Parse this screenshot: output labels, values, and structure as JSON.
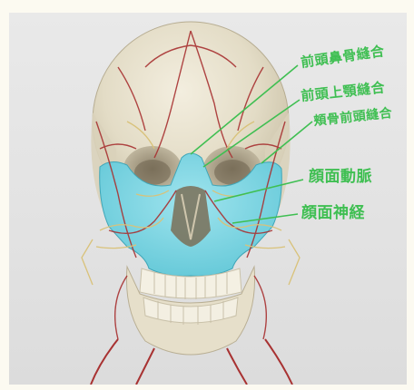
{
  "image": {
    "subject": "skull-anatomy-with-facial-vessels-and-nerves",
    "labels": [
      {
        "id": "frontonasal-suture",
        "text": "前頭鼻骨縫合"
      },
      {
        "id": "frontomaxillary-suture",
        "text": "前頭上顎縫合"
      },
      {
        "id": "frontozygomatic-suture",
        "text": "頬骨前頭縫合"
      },
      {
        "id": "facial-artery",
        "text": "顔面動脈"
      },
      {
        "id": "facial-nerve",
        "text": "顔面神経"
      }
    ],
    "colors": {
      "label": "#3fbf52",
      "bone": "#e8e2cf",
      "highlight": "#6fd2e0",
      "artery": "#a83232",
      "nerve": "#d9c27a",
      "background": "#e4e4e4"
    }
  }
}
